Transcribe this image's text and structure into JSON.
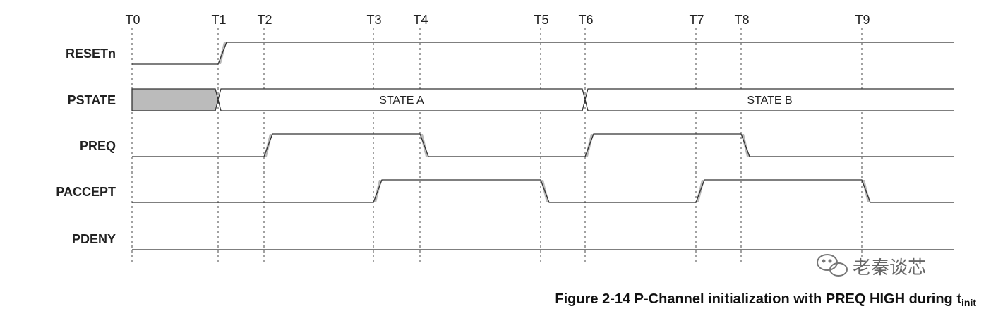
{
  "time_markers": [
    "T0",
    "T1",
    "T2",
    "T3",
    "T4",
    "T5",
    "T6",
    "T7",
    "T8",
    "T9"
  ],
  "signals": [
    {
      "name": "RESETn",
      "kind": "digital",
      "initial": 0,
      "edges": [
        {
          "marker": "T1",
          "to": 1
        }
      ]
    },
    {
      "name": "PSTATE",
      "kind": "bus",
      "segments": [
        {
          "from": "T0",
          "to": "T1",
          "value": "",
          "undefined": true
        },
        {
          "from": "T1",
          "to": "T6",
          "value": "STATE A"
        },
        {
          "from": "T6",
          "to": "end",
          "value": "STATE B"
        }
      ]
    },
    {
      "name": "PREQ",
      "kind": "digital",
      "initial": 0,
      "edges": [
        {
          "marker": "T2",
          "to": 1
        },
        {
          "marker": "T4",
          "to": 0
        },
        {
          "marker": "T6",
          "to": 1
        },
        {
          "marker": "T8",
          "to": 0
        }
      ]
    },
    {
      "name": "PACCEPT",
      "kind": "digital",
      "initial": 0,
      "edges": [
        {
          "marker": "T3",
          "to": 1
        },
        {
          "marker": "T5",
          "to": 0
        },
        {
          "marker": "T7",
          "to": 1
        },
        {
          "marker": "T9",
          "to": 0
        }
      ]
    },
    {
      "name": "PDENY",
      "kind": "digital",
      "initial": 0,
      "edges": []
    }
  ],
  "caption": {
    "main": "Figure 2-14 P-Channel initialization with PREQ HIGH during t",
    "subscript": "init"
  },
  "watermark": "老秦谈芯",
  "colors": {
    "line": "#333333",
    "fill": "#bbbbbb",
    "dash": "#444444"
  }
}
